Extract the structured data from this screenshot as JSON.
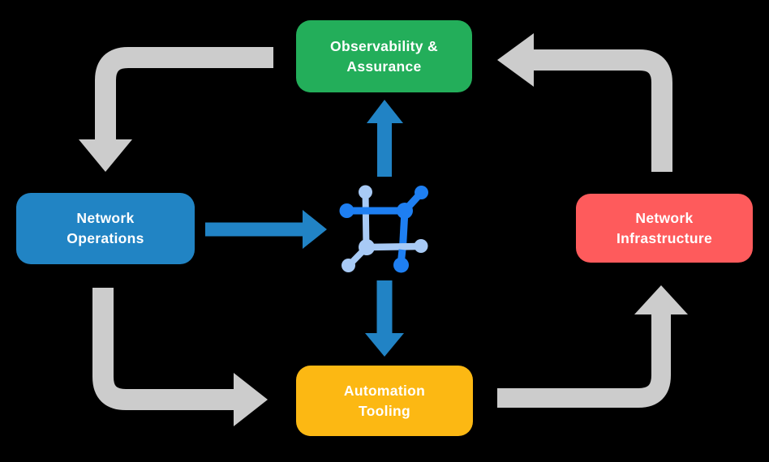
{
  "colors": {
    "background": "#000000",
    "arrow_gray": "#CCCCCC",
    "arrow_blue": "#2183C5",
    "icon_dark": "#1E7FF2",
    "icon_light": "#A8CAF5",
    "label_text": "#FFFFFF"
  },
  "nodes": {
    "observability": {
      "line1": "Observability &",
      "line2": "Assurance",
      "color": "#23AE5A"
    },
    "operations": {
      "line1": "Network",
      "line2": "Operations",
      "color": "#2184C4"
    },
    "infrastructure": {
      "line1": "Network",
      "line2": "Infrastructure",
      "color": "#FE5B5C"
    },
    "automation": {
      "line1": "Automation",
      "line2": "Tooling",
      "color": "#FCB813"
    }
  },
  "flows": [
    {
      "from": "Observability & Assurance",
      "to": "Network Operations",
      "style": "gray-elbow"
    },
    {
      "from": "Network Operations",
      "to": "Automation Tooling",
      "style": "gray-elbow"
    },
    {
      "from": "Automation Tooling",
      "to": "Network Infrastructure",
      "style": "gray-elbow"
    },
    {
      "from": "Network Infrastructure",
      "to": "Observability & Assurance",
      "style": "gray-elbow"
    },
    {
      "from": "Network Operations",
      "to": "center-icon",
      "style": "blue-straight"
    },
    {
      "from": "center-icon",
      "to": "Observability & Assurance",
      "style": "blue-straight"
    },
    {
      "from": "center-icon",
      "to": "Automation Tooling",
      "style": "blue-straight"
    }
  ],
  "icon": {
    "name": "network-mesh-icon"
  }
}
